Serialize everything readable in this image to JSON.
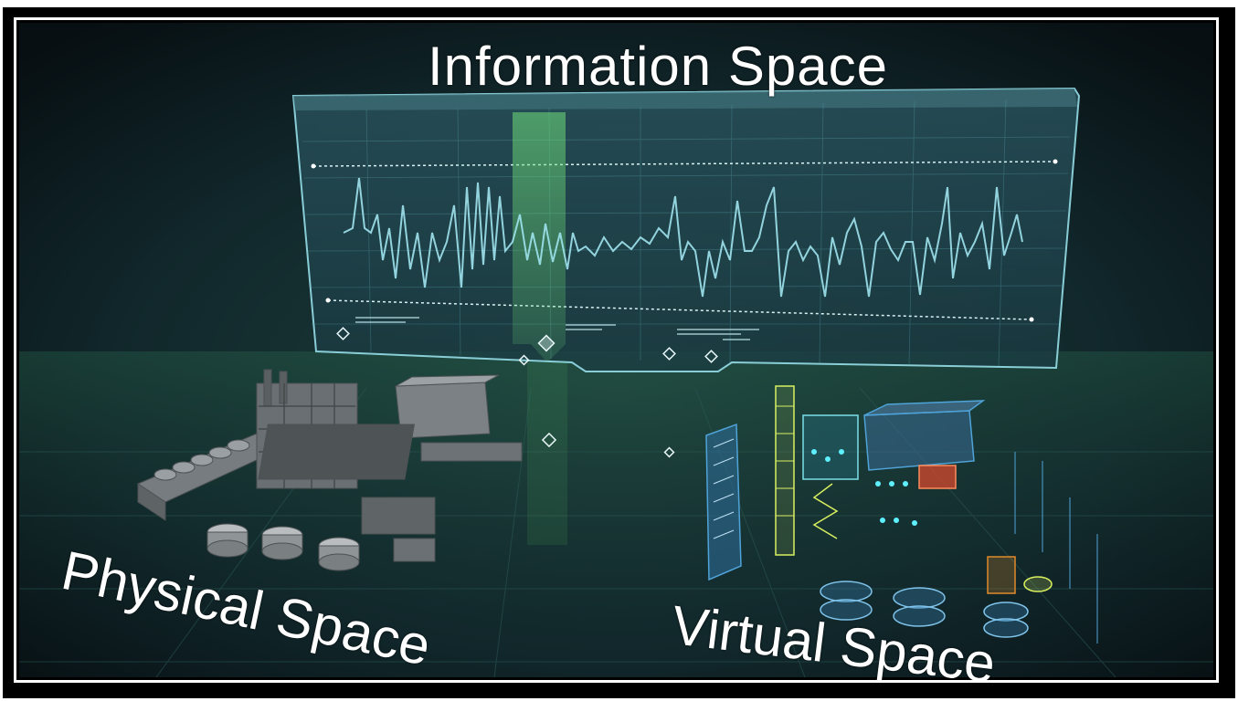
{
  "labels": {
    "information_space": "Information Space",
    "physical_space": "Physical Space",
    "virtual_space": "Virtual Space"
  },
  "colors": {
    "background": "#10262a",
    "panel_line": "#8fd6e0",
    "highlight": "#6fe07a",
    "virtual_model": "#4fa3d8",
    "virtual_accent": "#d8f060",
    "physical_model": "#8a8f93"
  }
}
